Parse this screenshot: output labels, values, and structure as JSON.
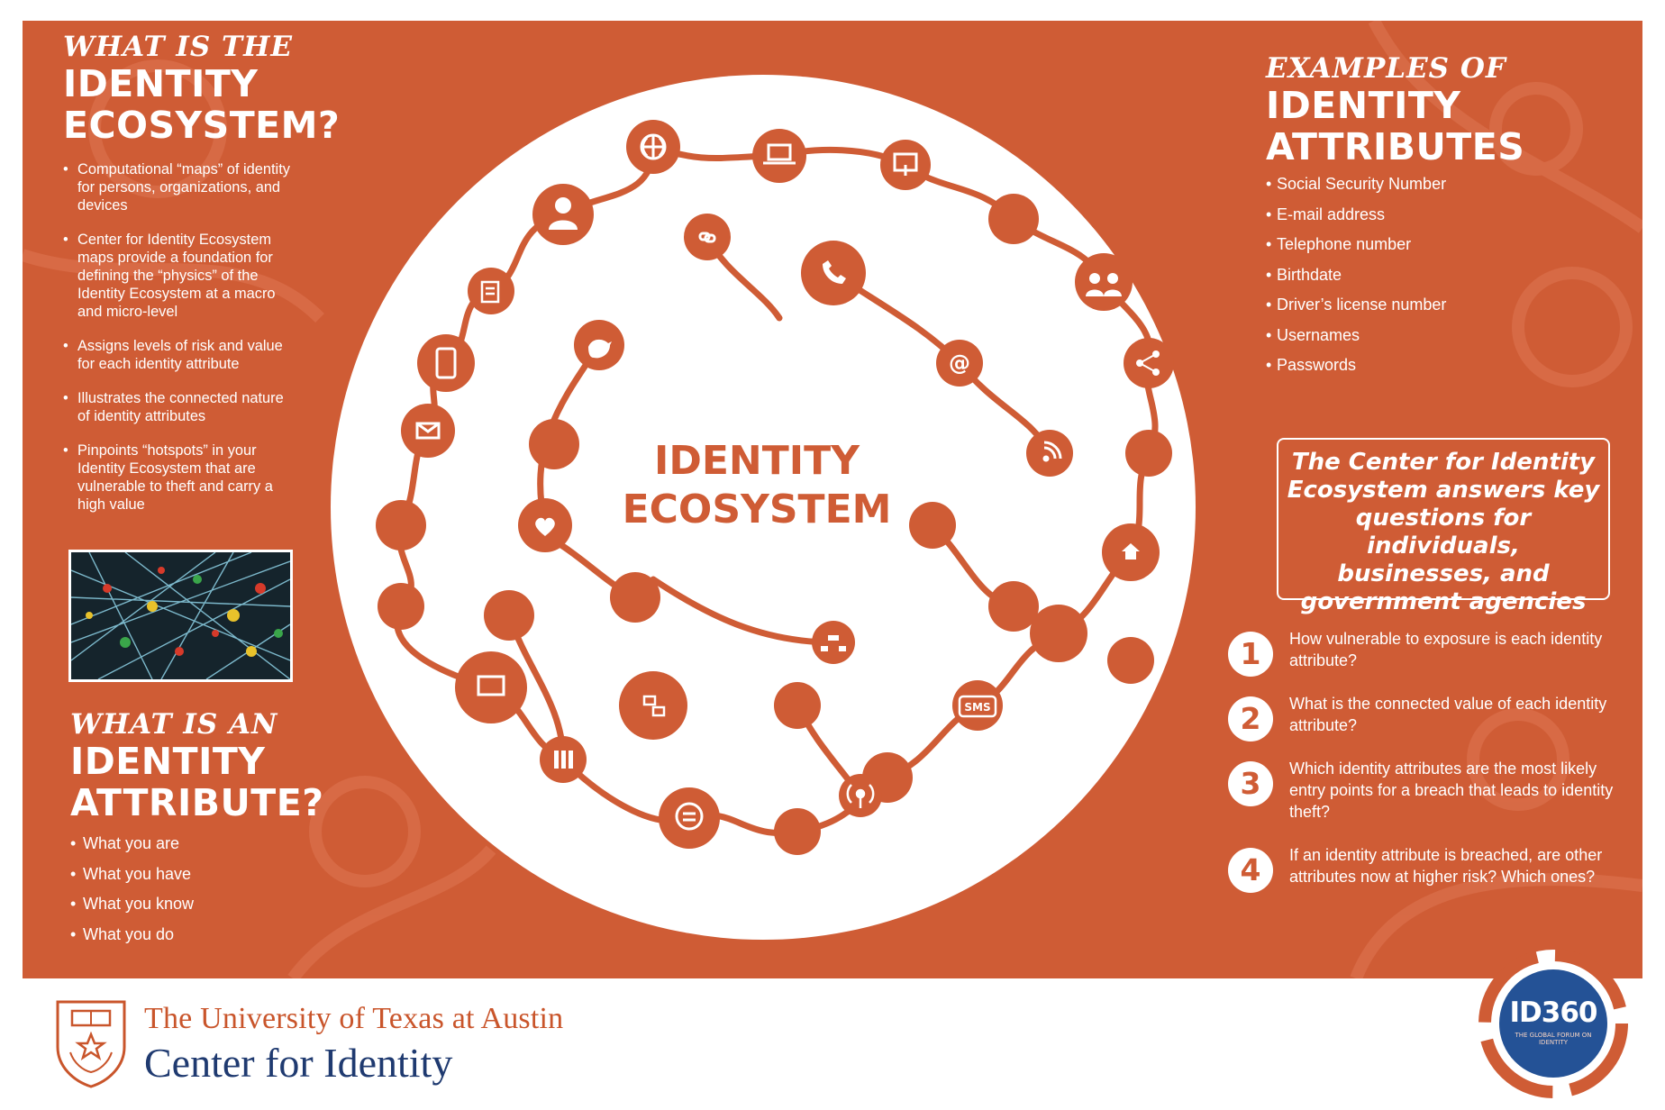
{
  "left_panel": {
    "kicker": "WHAT IS THE",
    "title_line1": "IDENTITY",
    "title_line2": "ECOSYSTEM?",
    "bullets": [
      "Computational “maps” of identity for persons, organizations, and devices",
      "Center for Identity Ecosystem maps provide a foundation for defining the “physics” of the Identity Ecosystem at a macro and micro-level",
      "Assigns levels of risk and value for each identity attribute",
      "Illustrates the connected nature of identity attributes",
      "Pinpoints “hotspots” in your Identity Ecosystem that are vulnerable to theft and carry a high value"
    ]
  },
  "attribute_panel": {
    "kicker": "WHAT IS AN",
    "title_line1": "IDENTITY",
    "title_line2": "ATTRIBUTE?",
    "bullets": [
      "What you are",
      "What you have",
      "What you know",
      "What you do"
    ]
  },
  "center": {
    "title_line1": "IDENTITY",
    "title_line2": "ECOSYSTEM",
    "icons": [
      "globe-icon",
      "laptop-icon",
      "touch-screen-icon",
      "user-icon",
      "link-icon",
      "phone-call-icon",
      "group-chat-icon",
      "notepad-icon",
      "bird-icon",
      "tablet-icon",
      "at-sign-icon",
      "share-icon",
      "mail-icon",
      "rss-icon",
      "home-location-icon",
      "heart-icon",
      "touch-pad-icon",
      "sitemap-icon",
      "network-computers-icon",
      "sms-bubble-icon",
      "server-icon",
      "chat-bubble-icon",
      "antenna-icon"
    ],
    "sms_label": "SMS"
  },
  "examples_panel": {
    "kicker": "EXAMPLES OF",
    "title_line1": "IDENTITY",
    "title_line2": "ATTRIBUTES",
    "bullets": [
      "Social Security Number",
      "E-mail address",
      "Telephone number",
      "Birthdate",
      "Driver’s license number",
      "Usernames",
      "Passwords"
    ]
  },
  "callout": {
    "text": "The Center for Identity Ecosystem answers key questions for individuals, businesses, and government agencies"
  },
  "questions": [
    {
      "num": "1",
      "text": "How vulnerable to exposure is each identity attribute?"
    },
    {
      "num": "2",
      "text": "What is the connected value of each identity attribute?"
    },
    {
      "num": "3",
      "text": "Which identity attributes are the most likely entry points for a breach that leads to identity theft?"
    },
    {
      "num": "4",
      "text": "If an identity attribute is breached, are other attributes now at higher risk?  Which ones?"
    }
  ],
  "footer": {
    "university": "The University of Texas at Austin",
    "center": "Center for Identity",
    "badge_label": "ID360",
    "badge_sub": "THE GLOBAL FORUM ON IDENTITY"
  },
  "colors": {
    "brand_orange": "#cf5c35",
    "navy": "#1f3a70",
    "white": "#ffffff"
  }
}
